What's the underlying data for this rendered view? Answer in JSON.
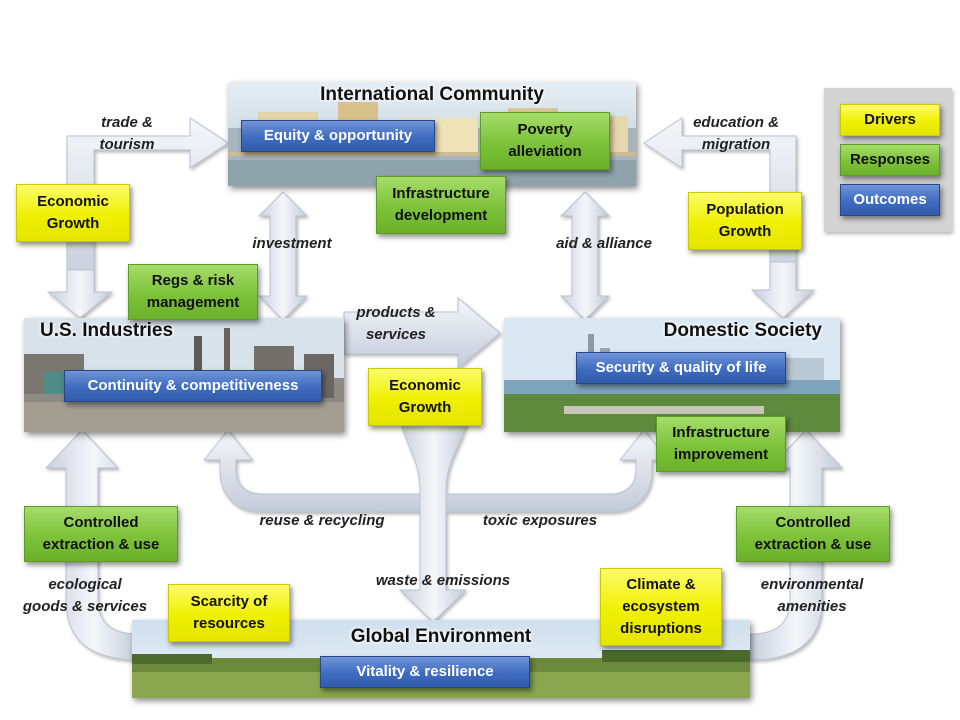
{
  "panels": {
    "international_community": "International Community",
    "us_industries": "U.S. Industries",
    "domestic_society": "Domestic Society",
    "global_environment": "Global Environment"
  },
  "outcomes": {
    "equity": "Equity & opportunity",
    "continuity": "Continuity & competitiveness",
    "security": "Security & quality of life",
    "vitality": "Vitality & resilience"
  },
  "responses": {
    "poverty": [
      "Poverty",
      "alleviation"
    ],
    "infrastructure_dev": [
      "Infrastructure",
      "development"
    ],
    "regs": [
      "Regs & risk",
      "management"
    ],
    "infrastructure_imp": [
      "Infrastructure",
      "improvement"
    ],
    "controlled_left": [
      "Controlled",
      "extraction & use"
    ],
    "controlled_right": [
      "Controlled",
      "extraction & use"
    ]
  },
  "drivers": {
    "econ_left": [
      "Economic",
      "Growth"
    ],
    "population": [
      "Population",
      "Growth"
    ],
    "econ_center": [
      "Economic",
      "Growth"
    ],
    "scarcity": [
      "Scarcity of",
      "resources"
    ],
    "climate": [
      "Climate &",
      "ecosystem",
      "disruptions"
    ]
  },
  "flows": {
    "trade": [
      "trade &",
      "tourism"
    ],
    "education": [
      "education &",
      "migration"
    ],
    "investment": "investment",
    "aid": "aid & alliance",
    "products": [
      "products &",
      "services"
    ],
    "reuse": "reuse & recycling",
    "toxic": "toxic exposures",
    "waste": "waste & emissions",
    "ecological": [
      "ecological",
      "goods & services"
    ],
    "environmental": [
      "environmental",
      "amenities"
    ]
  },
  "legend": {
    "drivers": "Drivers",
    "responses": "Responses",
    "outcomes": "Outcomes"
  },
  "colors": {
    "driver": "#f0f000",
    "response": "#7dc23a",
    "outcome": "#3f6cc0",
    "arrow": "#dde3ee"
  }
}
